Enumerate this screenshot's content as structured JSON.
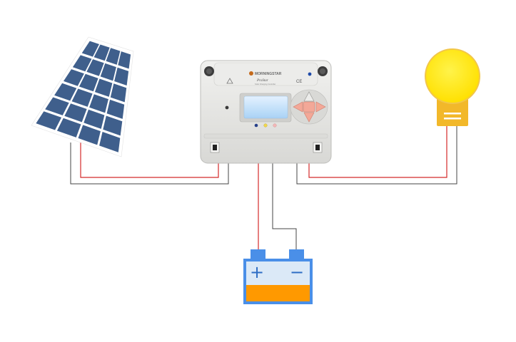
{
  "diagram": {
    "components": {
      "solar_panel": {
        "icon": "solar-panel-icon",
        "frame_color": "#ffffff",
        "cell_color": "#3f5f8c"
      },
      "charge_controller": {
        "brand": "MORNINGSTAR",
        "model": "ProStar",
        "subtitle": "Solar Charging Controller",
        "certification": "CE",
        "body_color": "#e6e6e4"
      },
      "lamp": {
        "icon": "light-bulb-icon",
        "glass_color": "#ffe600",
        "base_color": "#f2b82a"
      },
      "battery": {
        "icon": "battery-icon",
        "positive_label": "+",
        "negative_label": "−",
        "case_color": "#4a8fe8",
        "fill_color": "#ff9900"
      }
    },
    "wire_colors": {
      "positive": "#d42a2a",
      "negative": "#444444"
    }
  }
}
